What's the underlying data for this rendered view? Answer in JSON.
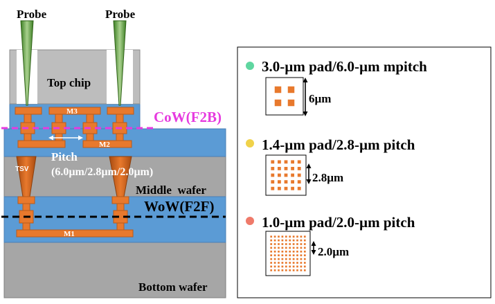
{
  "cross_section": {
    "probe_left_label": "Probe",
    "probe_right_label": "Probe",
    "top_chip_label": "Top chip",
    "m3_label": "M3",
    "m2_label": "M2",
    "m1_label": "M1",
    "tsv_label": "TSV",
    "pitch_label": "Pitch",
    "pitch_values": "(6.0µm/2.8µm/2.0µm)",
    "middle_wafer_label": "Middle  wafer",
    "bottom_wafer_label": "Bottom wafer",
    "cow_label": "CoW(F2B)",
    "wow_label": "WoW(F2F)"
  },
  "legend": {
    "items": [
      {
        "dot_color": "#5fd6a0",
        "label": "3.0-µm pad/6.0-µm mpitch",
        "dim_label": "6µm",
        "grid": 2
      },
      {
        "dot_color": "#f0d24a",
        "label": "1.4-µm pad/2.8-µm pitch",
        "dim_label": "2.8µm",
        "grid": 5
      },
      {
        "dot_color": "#ef7a6a",
        "label": "1.0-µm pad/2.0-µm pitch",
        "dim_label": "2.0µm",
        "grid": 10
      }
    ]
  },
  "colors": {
    "pad": "#e8792d",
    "chip_gray": "#bdbdbd",
    "wafer_gray": "#a6a6a6",
    "blue_layer": "#5b9bd5",
    "probe_green": "#70ad47",
    "cow_magenta": "#e63adf"
  }
}
